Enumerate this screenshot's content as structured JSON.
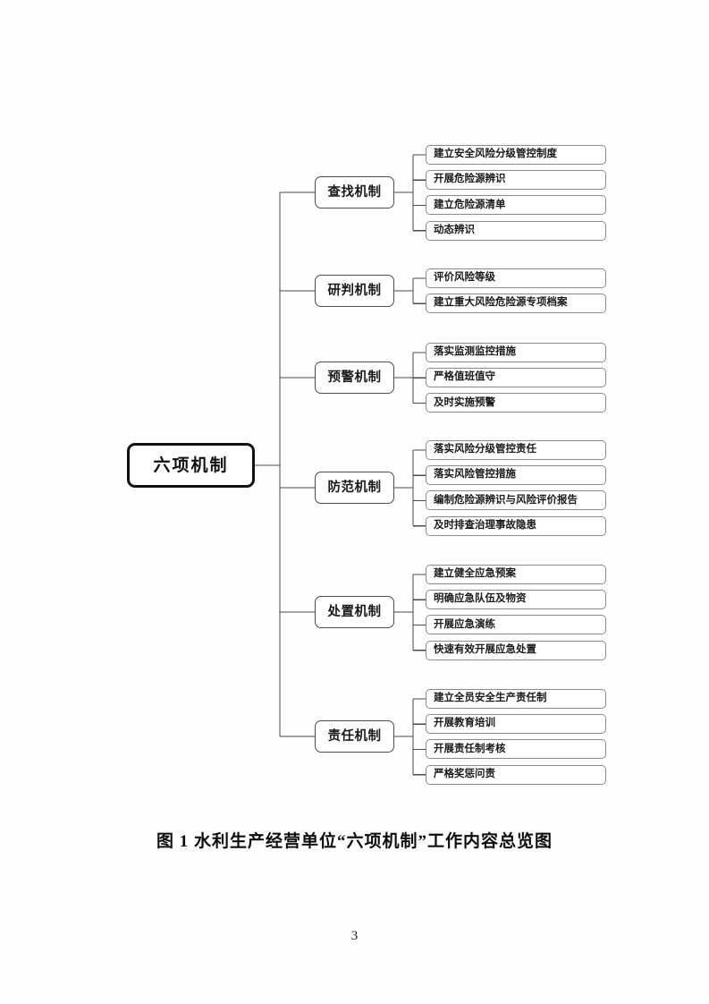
{
  "document": {
    "page_number": "3",
    "figure_caption": "图 1  水利生产经营单位“六项机制”工作内容总览图"
  },
  "diagram": {
    "type": "mindmap-tree",
    "orientation": "left-to-right",
    "root": {
      "label": "六项机制"
    },
    "branches": [
      {
        "id": "branch-chazhao",
        "label": "查找机制",
        "leaves": [
          {
            "label": "建立安全风险分级管控制度"
          },
          {
            "label": "开展危险源辨识"
          },
          {
            "label": "建立危险源清单"
          },
          {
            "label": "动态辨识"
          }
        ]
      },
      {
        "id": "branch-yanpan",
        "label": "研判机制",
        "leaves": [
          {
            "label": "评价风险等级"
          },
          {
            "label": "建立重大风险危险源专项档案"
          }
        ]
      },
      {
        "id": "branch-yujing",
        "label": "预警机制",
        "leaves": [
          {
            "label": "落实监测监控措施"
          },
          {
            "label": "严格值班值守"
          },
          {
            "label": "及时实施预警"
          }
        ]
      },
      {
        "id": "branch-fangfan",
        "label": "防范机制",
        "leaves": [
          {
            "label": "落实风险分级管控责任"
          },
          {
            "label": "落实风险管控措施"
          },
          {
            "label": "编制危险源辨识与风险评价报告"
          },
          {
            "label": "及时排查治理事故隐患"
          }
        ]
      },
      {
        "id": "branch-chuzhi",
        "label": "处置机制",
        "leaves": [
          {
            "label": "建立健全应急预案"
          },
          {
            "label": "明确应急队伍及物资"
          },
          {
            "label": "开展应急演练"
          },
          {
            "label": "快速有效开展应急处置"
          }
        ]
      },
      {
        "id": "branch-zeren",
        "label": "责任机制",
        "leaves": [
          {
            "label": "建立全员安全生产责任制"
          },
          {
            "label": "开展教育培训"
          },
          {
            "label": "开展责任制考核"
          },
          {
            "label": "严格奖惩问责"
          }
        ]
      }
    ],
    "colors": {
      "root_border": "#111111",
      "mech_border": "#4c4c4c",
      "leaf_border": "#8a8a8a",
      "connector": "#4a4a4a",
      "background": "#ffffff",
      "text": "#1a1a1a"
    }
  }
}
